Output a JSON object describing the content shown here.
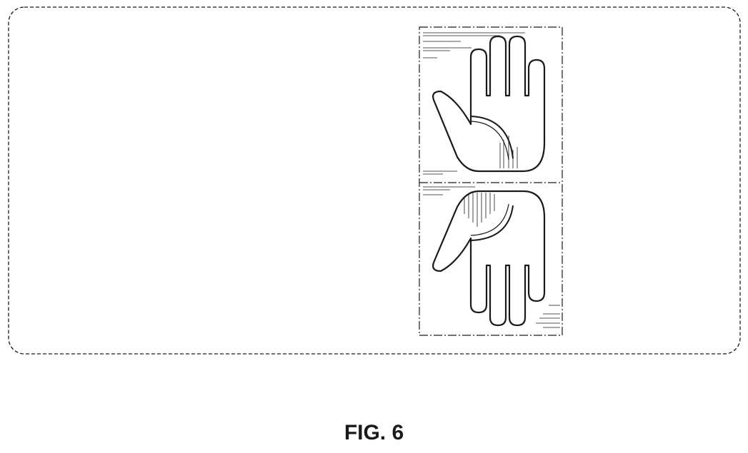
{
  "figure": {
    "caption": "FIG. 6",
    "line_color": "#1a1a1a",
    "background": "#ffffff",
    "subjects": [
      {
        "name": "hand-palm-view",
        "icon": "hand-outline-icon"
      },
      {
        "name": "hand-back-view",
        "icon": "hand-outline-icon"
      }
    ]
  }
}
